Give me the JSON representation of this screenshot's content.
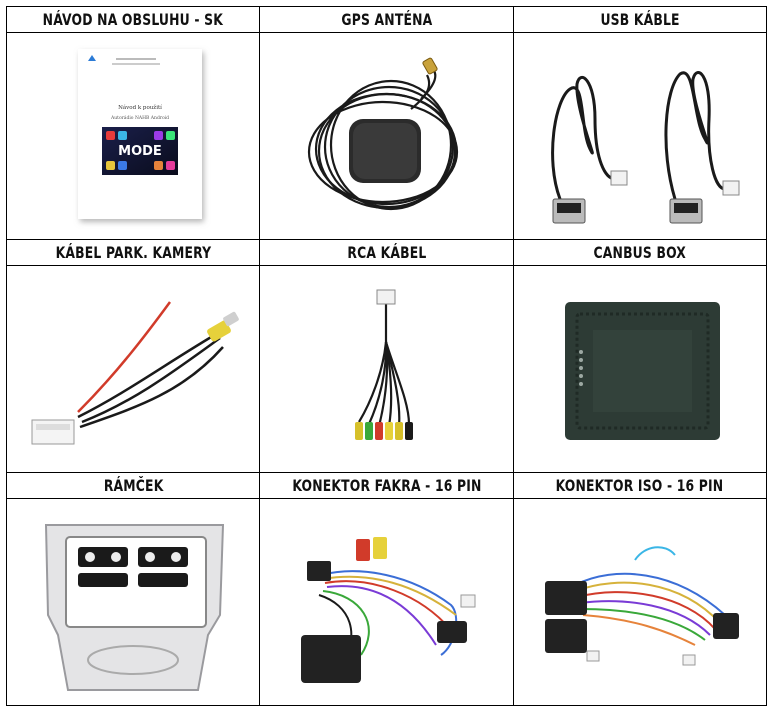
{
  "cells": [
    {
      "label": "NÁVOD NA OBSLUHU - SK",
      "icon": "manual-icon"
    },
    {
      "label": "GPS ANTÉNA",
      "icon": "gps-antenna-icon"
    },
    {
      "label": "USB KÁBLE",
      "icon": "usb-cable-icon"
    },
    {
      "label": "KÁBEL PARK. KAMERY",
      "icon": "camera-cable-icon"
    },
    {
      "label": "RCA KÁBEL",
      "icon": "rca-cable-icon"
    },
    {
      "label": "CANBUS BOX",
      "icon": "canbus-box-icon"
    },
    {
      "label": "RÁMČEK",
      "icon": "frame-icon"
    },
    {
      "label": "KONEKTOR FAKRA - 16 PIN",
      "icon": "fakra-connector-icon"
    },
    {
      "label": "KONEKTOR ISO - 16 PIN",
      "icon": "iso-connector-icon"
    }
  ],
  "manual": {
    "title": "Návod k použití",
    "subtitle": "Autorádio NAHB Android",
    "screen_text": "MODE"
  }
}
